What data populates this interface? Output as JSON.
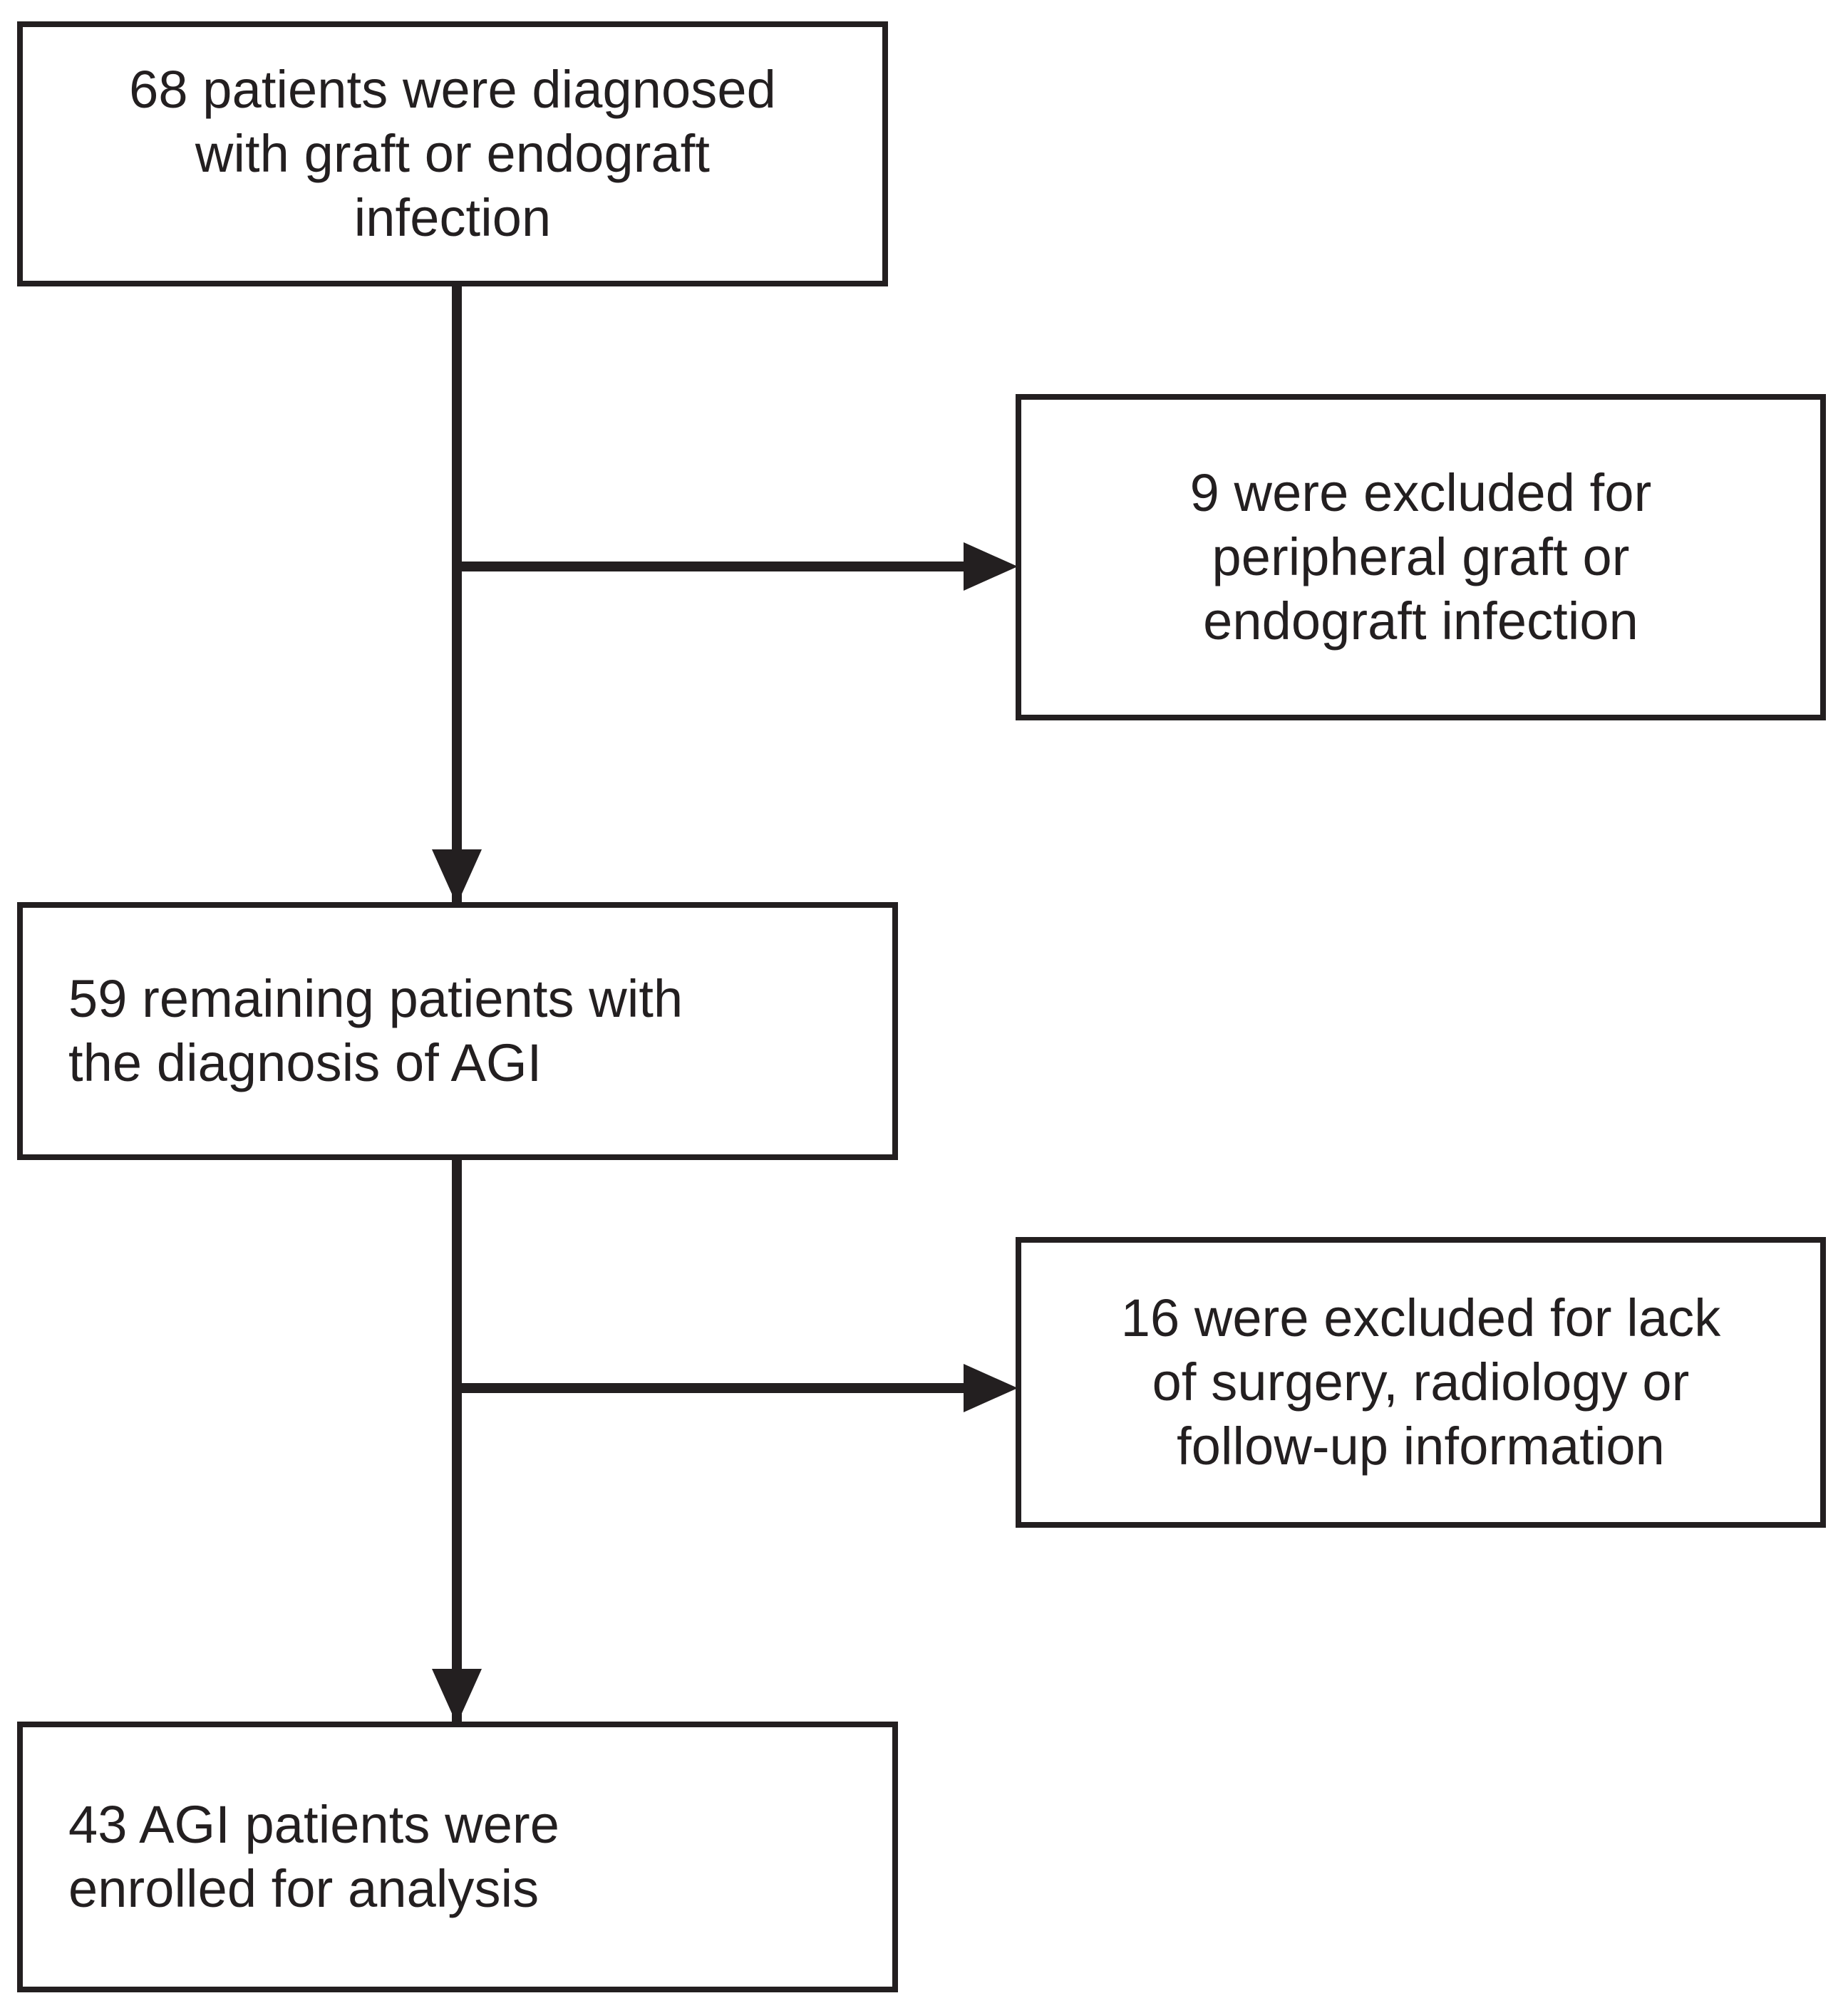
{
  "diagram": {
    "type": "flowchart",
    "title": "Patient enrollment flow for aortic graft infection (AGI) study",
    "orientation": "top-to-bottom with right-side exclusion branches",
    "stroke_color": "#231f20",
    "background_color": "#ffffff",
    "nodes": [
      {
        "id": "diagnosed",
        "label": "68 patients were diagnosed\nwith graft or endograft\ninfection",
        "count": 68,
        "role": "start",
        "align": "center"
      },
      {
        "id": "excluded-1",
        "label": "9 were excluded for\nperipheral graft or\nendograft infection",
        "count": 9,
        "role": "exclusion",
        "align": "center"
      },
      {
        "id": "remaining",
        "label": "59 remaining patients with\nthe diagnosis of AGI",
        "count": 59,
        "role": "intermediate",
        "align": "left"
      },
      {
        "id": "excluded-2",
        "label": "16 were excluded for lack\nof surgery, radiology or\nfollow-up information",
        "count": 16,
        "role": "exclusion",
        "align": "center"
      },
      {
        "id": "enrolled",
        "label": "43 AGI patients were\nenrolled for analysis",
        "count": 43,
        "role": "end",
        "align": "left"
      }
    ],
    "edges": [
      {
        "id": "edge-diagnosed-to-excluded-1",
        "from": "diagnosed",
        "to": "excluded-1",
        "direction": "right",
        "arrowhead": "filled-triangle"
      },
      {
        "id": "edge-diagnosed-to-remaining",
        "from": "diagnosed",
        "to": "remaining",
        "direction": "down",
        "arrowhead": "filled-triangle"
      },
      {
        "id": "edge-remaining-to-excluded-2",
        "from": "remaining",
        "to": "excluded-2",
        "direction": "right",
        "arrowhead": "filled-triangle"
      },
      {
        "id": "edge-remaining-to-enrolled",
        "from": "remaining",
        "to": "enrolled",
        "direction": "down",
        "arrowhead": "filled-triangle"
      }
    ]
  }
}
